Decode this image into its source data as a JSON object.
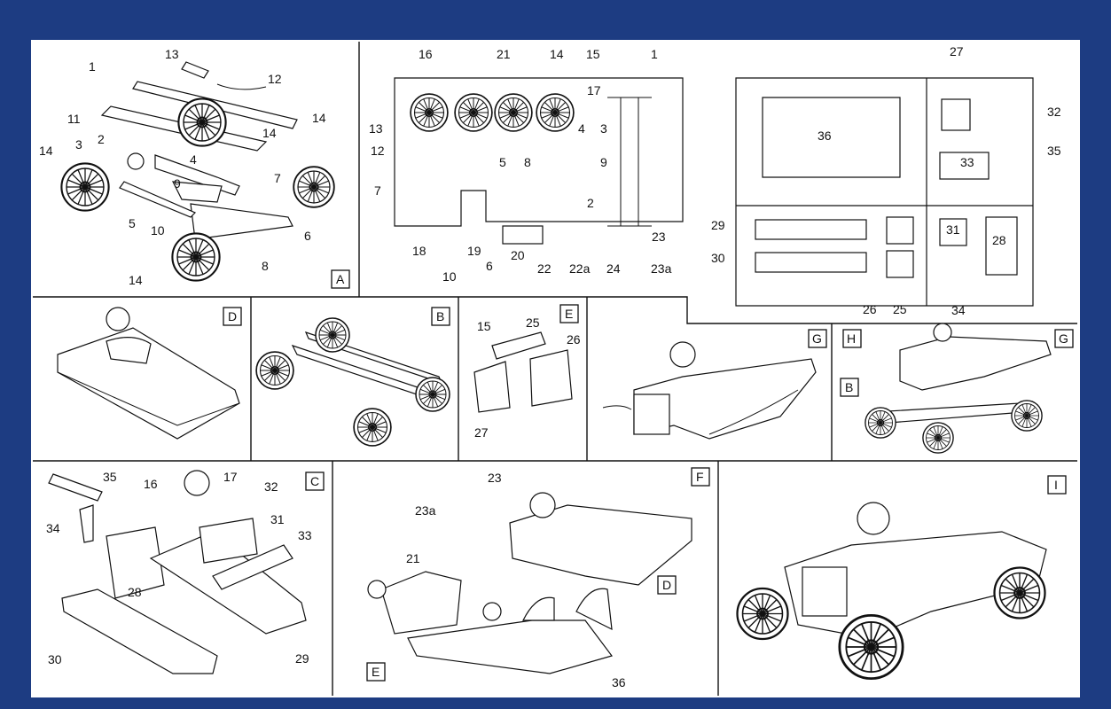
{
  "colors": {
    "border": "#1d3c82",
    "paper": "#ffffff",
    "ink": "#111111"
  },
  "panel_a": {
    "letter": "A",
    "callouts": [
      "13",
      "12",
      "1",
      "14",
      "11",
      "2",
      "4",
      "3",
      "14",
      "9",
      "7",
      "5",
      "10",
      "6",
      "8",
      "14",
      "14"
    ]
  },
  "sprue": {
    "callouts": [
      "16",
      "21",
      "14",
      "15",
      "1",
      "17",
      "13",
      "3",
      "4",
      "12",
      "5",
      "8",
      "9",
      "7",
      "2",
      "23",
      "18",
      "19",
      "20",
      "6",
      "22",
      "22a",
      "24",
      "23a",
      "10",
      "27",
      "32",
      "36",
      "33",
      "35",
      "29",
      "31",
      "28",
      "30",
      "26",
      "25",
      "34"
    ]
  },
  "panel_d": {
    "letter": "D"
  },
  "panel_b": {
    "letter": "B"
  },
  "panel_e": {
    "letter": "E",
    "callouts": [
      "15",
      "25",
      "26",
      "27"
    ]
  },
  "panel_g": {
    "letter": "G"
  },
  "panel_h": {
    "letter": "H",
    "letter_g": "G",
    "letter_b": "B"
  },
  "panel_c": {
    "letter": "C",
    "callouts": [
      "35",
      "16",
      "17",
      "32",
      "34",
      "31",
      "33",
      "28",
      "29",
      "30"
    ]
  },
  "panel_f": {
    "letter": "F",
    "callouts": [
      "23",
      "23a",
      "21"
    ],
    "sub_d": "D",
    "sub_e": "E",
    "callout_36": "36"
  },
  "panel_i": {
    "letter": "I"
  }
}
